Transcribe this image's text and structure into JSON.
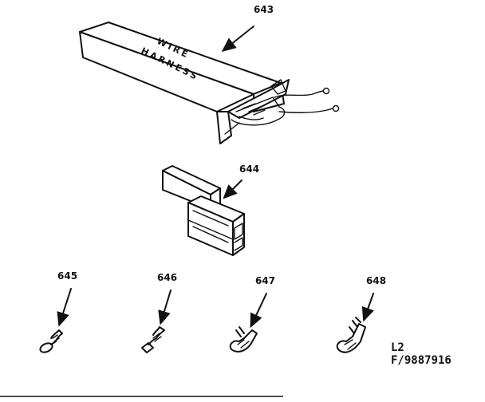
{
  "parts": [
    {
      "id": "643",
      "label": "643",
      "description_text": [
        "WIRE",
        "HARNESS"
      ]
    },
    {
      "id": "644",
      "label": "644"
    },
    {
      "id": "645",
      "label": "645"
    },
    {
      "id": "646",
      "label": "646"
    },
    {
      "id": "647",
      "label": "647"
    },
    {
      "id": "648",
      "label": "648"
    }
  ],
  "drawing_code": {
    "line1": "L2",
    "line2": "F/9887916"
  }
}
